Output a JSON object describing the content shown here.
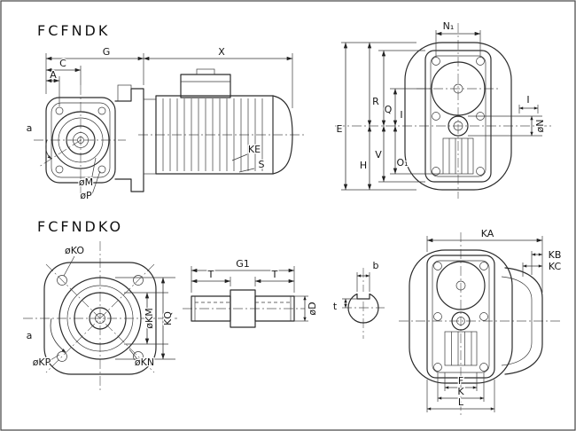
{
  "colors": {
    "background": "#ffffff",
    "line": "#2b2b2b",
    "dimension": "#333333"
  },
  "titles": {
    "top_view": "FCFNDK",
    "bottom_view": "FCFNDKO"
  },
  "side_view": {
    "C": "C",
    "A": "A",
    "G": "G",
    "X": "X",
    "KE": "KE",
    "S": "S",
    "M": "øM",
    "P": "øP",
    "angle": "a"
  },
  "front_view": {
    "N1": "N₁",
    "R": "R",
    "Q": "Q",
    "I_upper": "I",
    "E": "E",
    "V": "V",
    "H": "H",
    "O1": "O₁",
    "I_right": "I",
    "N": "øN"
  },
  "flange_view": {
    "KO": "øKO",
    "KM": "øKM",
    "KQ": "KQ",
    "KP": "øKP",
    "KN": "øKN",
    "angle": "a"
  },
  "shaft_view": {
    "G1": "G1",
    "T_left": "T",
    "T_right": "T",
    "D": "øD"
  },
  "key_view": {
    "b": "b",
    "t": "t"
  },
  "rear_view": {
    "KA": "KA",
    "KB": "KB",
    "KC": "KC",
    "F": "F",
    "K": "K",
    "L": "L"
  }
}
